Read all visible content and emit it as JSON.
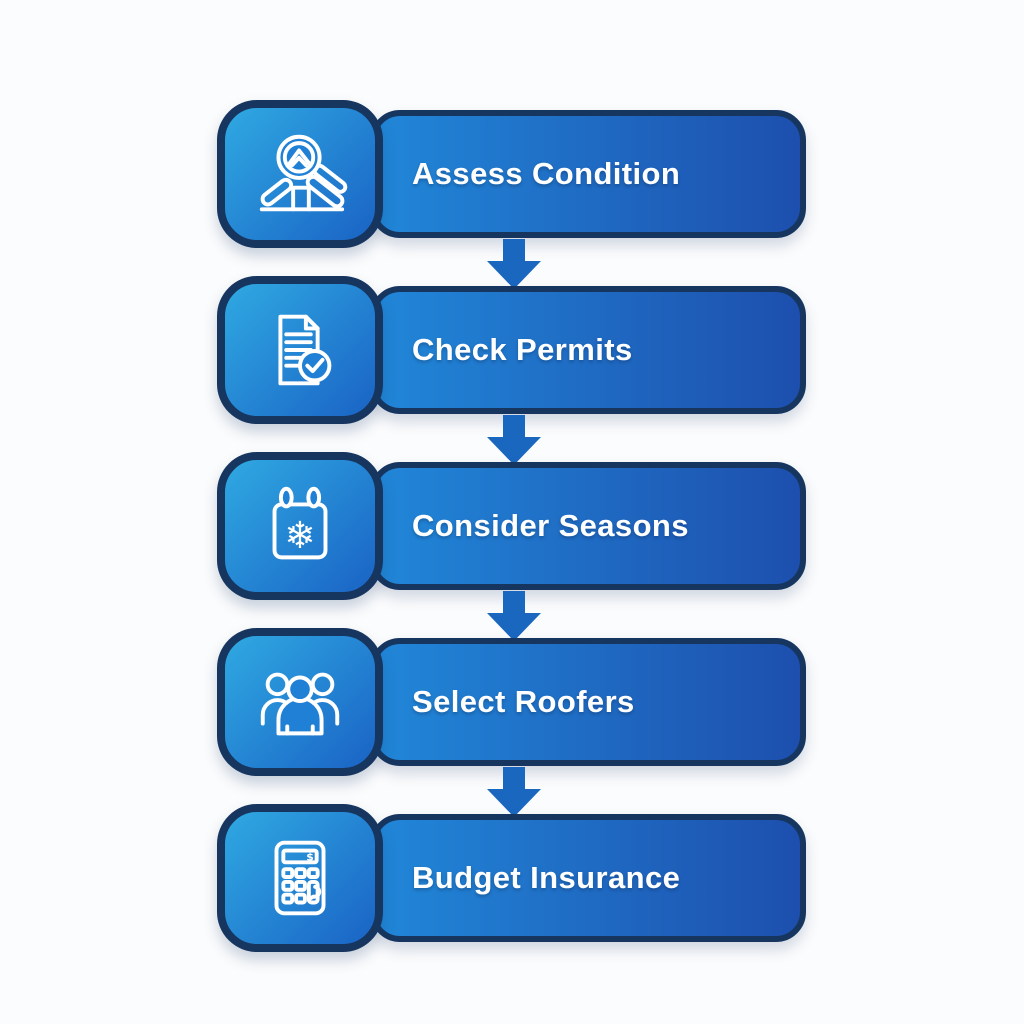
{
  "flowchart": {
    "steps": [
      {
        "label": "Assess Condition",
        "icon": "roof-inspection-icon"
      },
      {
        "label": "Check Permits",
        "icon": "document-check-icon"
      },
      {
        "label": "Consider Seasons",
        "icon": "calendar-snowflake-icon"
      },
      {
        "label": "Select Roofers",
        "icon": "group-icon"
      },
      {
        "label": "Budget Insurance",
        "icon": "calculator-icon"
      }
    ],
    "connector_icon": "down-arrow-icon",
    "colors": {
      "background": "#fbfcfd",
      "outline": "#16365f",
      "icon_box_gradient_start": "#2fa9e2",
      "icon_box_gradient_end": "#1a63c5",
      "bar_gradient_start": "#2187d8",
      "bar_gradient_end": "#1d4fae",
      "arrow": "#1a67c0",
      "label_text": "#ffffff"
    }
  }
}
